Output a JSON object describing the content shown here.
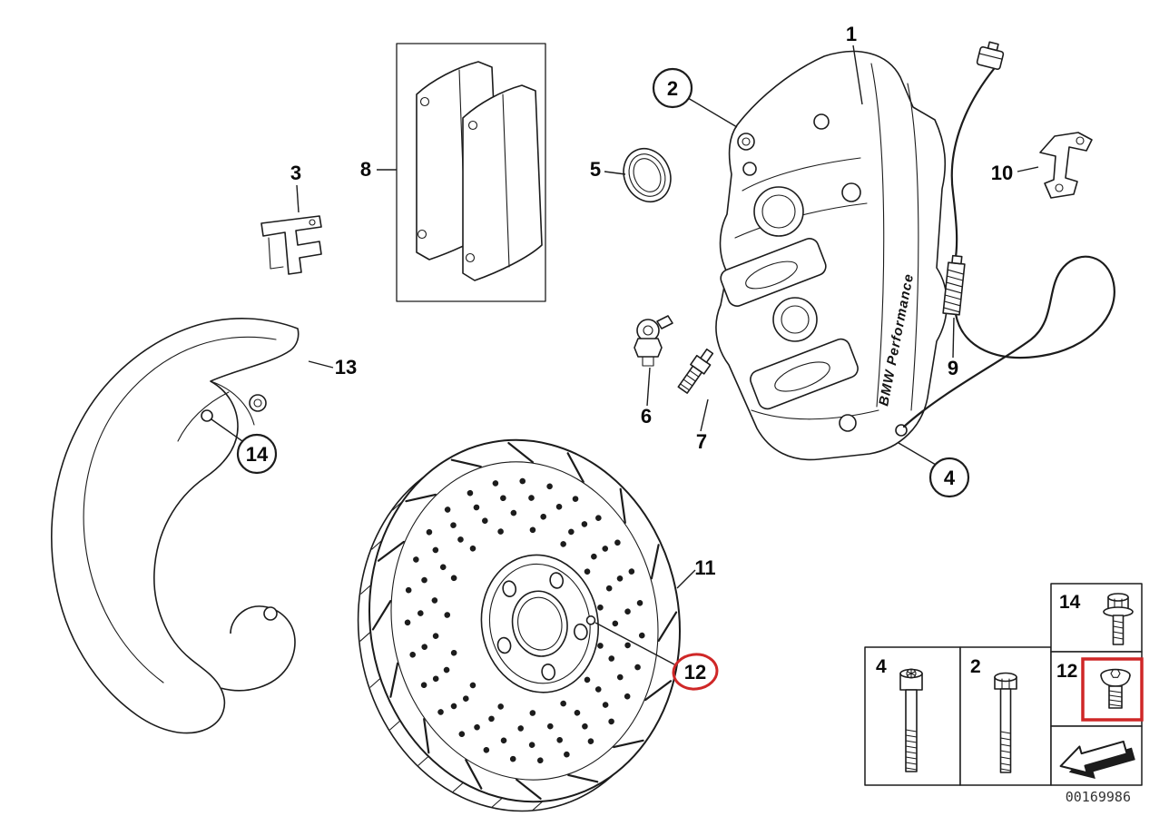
{
  "diagram": {
    "callouts": {
      "c1": "1",
      "c2": "2",
      "c3": "3",
      "c4": "4",
      "c5": "5",
      "c6": "6",
      "c7": "7",
      "c8": "8",
      "c9": "9",
      "c10": "10",
      "c11": "11",
      "c12": "12",
      "c13": "13",
      "c14": "14"
    },
    "highlighted_callout": "12",
    "caliper_brand_text": "BMW Performance",
    "legend": {
      "flange_bolt_label": "14",
      "socket_bolt_label": "4",
      "hex_bolt_label": "2",
      "flat_bolt_label": "12"
    },
    "part_number": "00169986",
    "colors": {
      "line": "#1c1c1c",
      "highlight": "#cf2727"
    }
  }
}
